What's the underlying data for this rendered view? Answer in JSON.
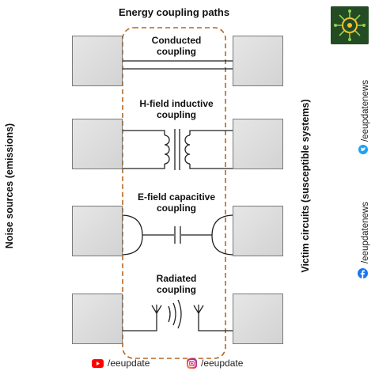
{
  "title": "Energy coupling paths",
  "paths": [
    {
      "label_line1": "Conducted",
      "label_line2": "coupling"
    },
    {
      "label_line1": "H-field inductive",
      "label_line2": "coupling"
    },
    {
      "label_line1": "E-field capacitive",
      "label_line2": "coupling"
    },
    {
      "label_line1": "Radiated",
      "label_line2": "coupling"
    }
  ],
  "left_side_label": "Noise sources (emissions)",
  "right_side_label": "Victim circuits (susceptible systems)",
  "social": {
    "twitter_handle": "/eeupdatenews",
    "facebook_handle": "/eeupdatenews",
    "youtube_handle": "/eeupdate",
    "instagram_handle": "/eeupdate"
  },
  "colors": {
    "dashed_border": "#b5651d",
    "twitter": "#1da1f2",
    "facebook": "#1877f2",
    "youtube": "#ff0000",
    "instagram": "#c13584"
  },
  "icons": [
    "twitter-icon",
    "facebook-icon",
    "youtube-icon",
    "instagram-icon",
    "logo-icon"
  ]
}
